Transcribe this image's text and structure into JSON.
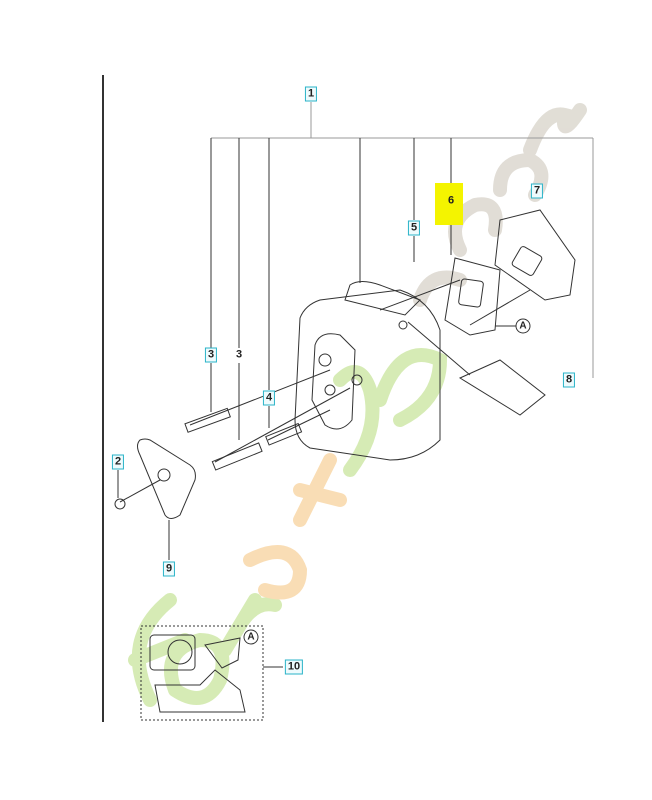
{
  "diagram": {
    "callouts": [
      {
        "id": "c1",
        "text": "1",
        "boxed": true
      },
      {
        "id": "c3a",
        "text": "3",
        "boxed": true
      },
      {
        "id": "c3b",
        "text": "3",
        "boxed": false
      },
      {
        "id": "c4",
        "text": "4",
        "boxed": true
      },
      {
        "id": "c5",
        "text": "5",
        "boxed": true
      },
      {
        "id": "c6",
        "text": "6",
        "boxed": false,
        "highlighted": true
      },
      {
        "id": "c7",
        "text": "7",
        "boxed": true
      },
      {
        "id": "c8",
        "text": "8",
        "boxed": true
      },
      {
        "id": "c2",
        "text": "2",
        "boxed": true
      },
      {
        "id": "c9",
        "text": "9",
        "boxed": true
      },
      {
        "id": "c10",
        "text": "10",
        "boxed": true
      }
    ],
    "reference_marks": [
      {
        "id": "a_main",
        "text": "A"
      },
      {
        "id": "a_inset",
        "text": "A"
      }
    ],
    "colors": {
      "callout_border": "#2ab3c8",
      "highlight": "#f4f400",
      "line": "#333333"
    }
  },
  "watermark": {
    "text": "foretjardin.com",
    "colors": [
      "#b5dc7a",
      "#f5c27a",
      "#c9c2b5"
    ]
  }
}
